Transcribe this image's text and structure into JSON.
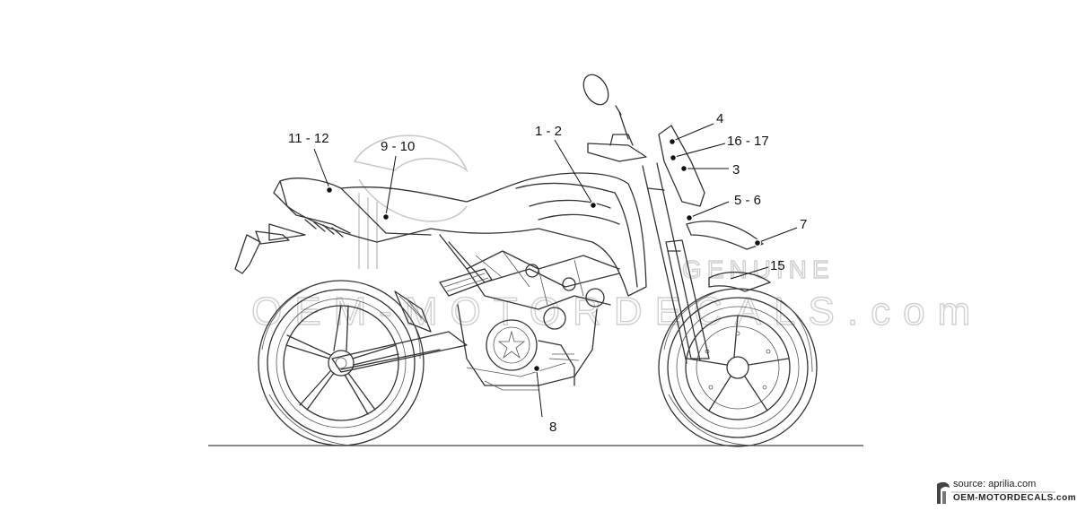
{
  "diagram": {
    "callouts": [
      {
        "id": "c1",
        "label": "11 - 12"
      },
      {
        "id": "c2",
        "label": "9 - 10"
      },
      {
        "id": "c3",
        "label": "1 - 2"
      },
      {
        "id": "c4",
        "label": "4"
      },
      {
        "id": "c5",
        "label": "16 - 17"
      },
      {
        "id": "c6",
        "label": "3"
      },
      {
        "id": "c7",
        "label": "5 - 6"
      },
      {
        "id": "c8",
        "label": "7"
      },
      {
        "id": "c9",
        "label": "15"
      },
      {
        "id": "c10",
        "label": "8"
      }
    ]
  },
  "footer": {
    "source": "source: aprilia.com",
    "brand": "OEM-MOTORDECALS.com"
  },
  "watermark": {
    "text": "OEM-MOTORDECALS.com",
    "genuine": "GENUINE"
  }
}
